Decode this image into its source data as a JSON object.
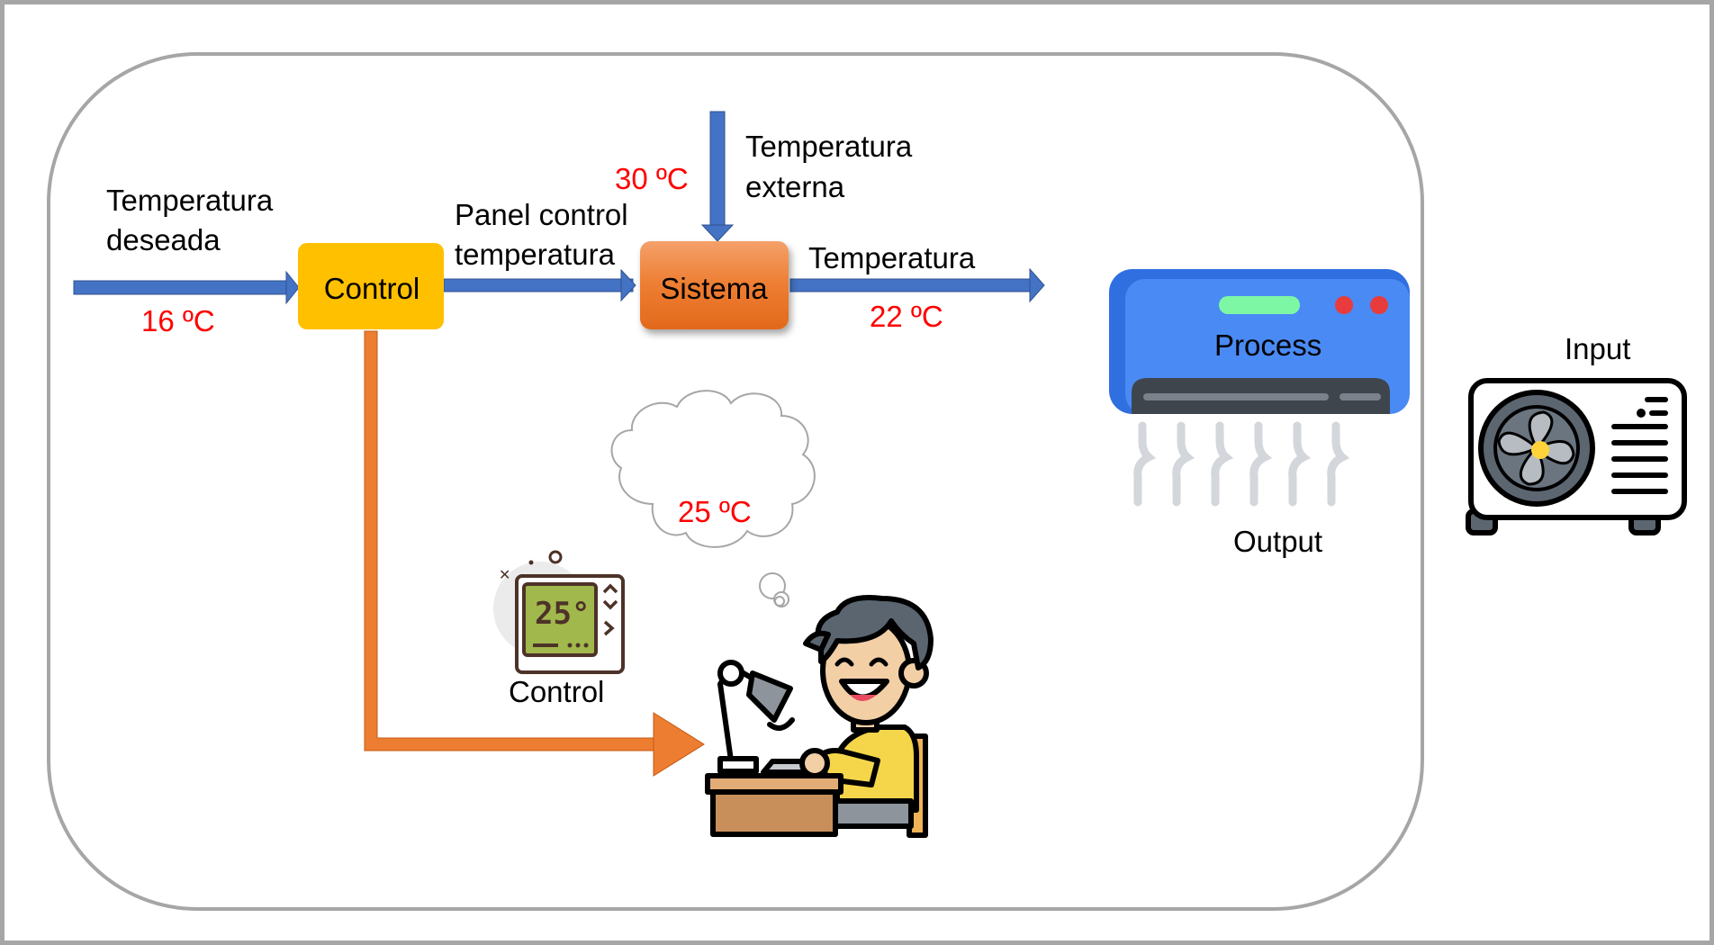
{
  "colors": {
    "frame": "#a6a6a6",
    "arrow_blue": "#4472c4",
    "arrow_blue_dark": "#2f528f",
    "arrow_orange": "#ed7d31",
    "control_box": "#ffc000",
    "sistema_box": "#ed7d31",
    "value_red": "#ff0000",
    "ac_blue": "#3d7ef0"
  },
  "blocks": {
    "control": "Control",
    "sistema": "Sistema"
  },
  "labels": {
    "desired_line1": "Temperatura",
    "desired_line2": "deseada",
    "desired_value": "16 ºC",
    "panel_line1": "Panel control",
    "panel_line2": "temperatura",
    "external_line1": "Temperatura",
    "external_line2": "externa",
    "external_value": "30 ºC",
    "output_label": "Temperatura",
    "output_value": "22 ºC",
    "thought_value": "25 ºC",
    "thermostat_caption": "Control"
  },
  "thermostat": {
    "display": "25°"
  },
  "legend": {
    "process": "Process",
    "output": "Output",
    "input": "Input"
  },
  "icons": {
    "thermostat": "thermostat-icon",
    "person": "person-at-desk-icon",
    "thought": "thought-bubble-icon",
    "indoor_unit": "air-conditioner-indoor-icon",
    "outdoor_unit": "air-conditioner-outdoor-icon"
  }
}
